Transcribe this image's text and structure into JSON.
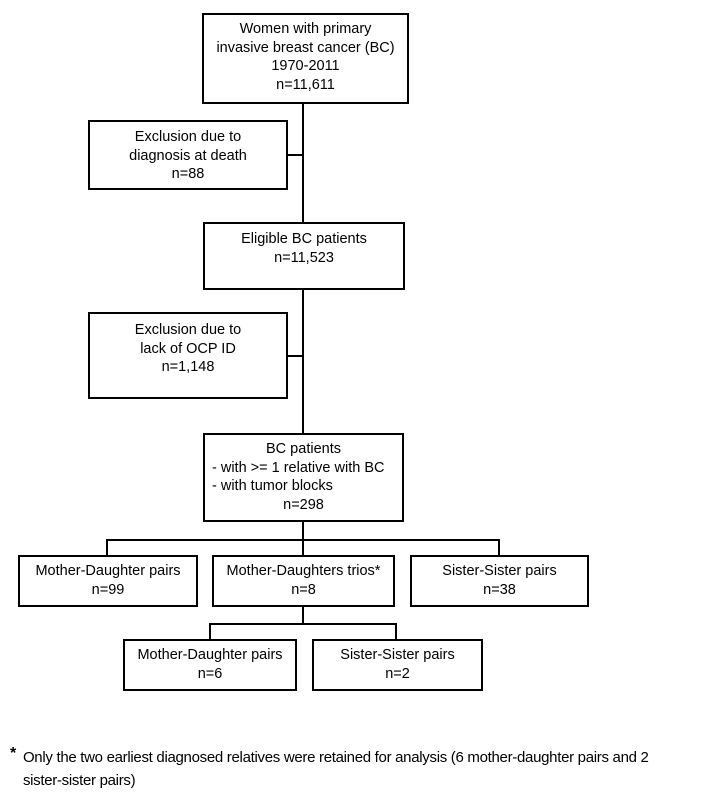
{
  "figure": {
    "background_color": "#ffffff",
    "line_color": "#000000",
    "type": "patient-flow-diagram"
  },
  "boxes": {
    "source": {
      "lines": [
        "Women with primary",
        "invasive breast cancer (BC)",
        "1970-2011",
        "n=11,611"
      ]
    },
    "exclusion_death": {
      "lines": [
        "Exclusion due to",
        "diagnosis at death",
        "n=88"
      ]
    },
    "eligible": {
      "lines": [
        "Eligible BC patients",
        "n=11,523"
      ]
    },
    "exclusion_ocp": {
      "lines": [
        "Exclusion due to",
        "lack of OCP ID",
        "n=1,148"
      ]
    },
    "bc_patients": {
      "title": "BC patients",
      "bullets": [
        "- with >= 1 relative with BC",
        "- with tumor blocks"
      ],
      "count": "n=298"
    },
    "mother_daughter_pairs": {
      "lines": [
        "Mother-Daughter pairs",
        "n=99"
      ]
    },
    "mother_daughters_trios": {
      "lines": [
        "Mother-Daughters trios*",
        "n=8"
      ]
    },
    "sister_sister_pairs": {
      "lines": [
        "Sister-Sister pairs",
        "n=38"
      ]
    },
    "mother_daughter_pairs_retained": {
      "lines": [
        "Mother-Daughter pairs",
        "n=6"
      ]
    },
    "sister_sister_pairs_retained": {
      "lines": [
        "Sister-Sister pairs",
        "n=2"
      ]
    }
  },
  "footnote": {
    "marker": "*",
    "text": "Only the two earliest diagnosed relatives were retained for analysis (6 mother-daughter pairs and 2 sister-sister pairs)"
  }
}
